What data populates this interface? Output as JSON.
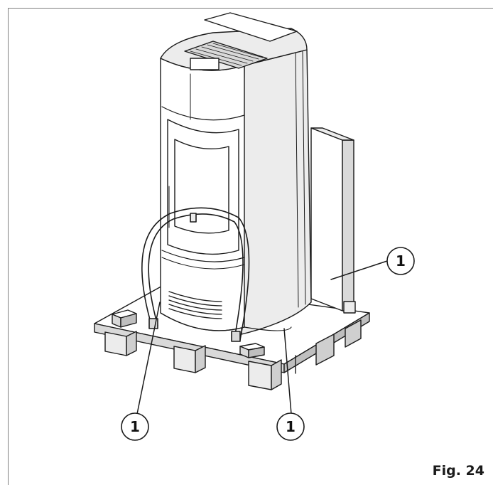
{
  "figure": {
    "caption": "Fig. 24",
    "callouts": [
      {
        "label": "1"
      },
      {
        "label": "1"
      },
      {
        "label": "1"
      }
    ]
  },
  "colors": {
    "line": "#1a1a1a",
    "panel_light": "#ececec",
    "panel_mid": "#d9d9d9",
    "panel_dark": "#bfbfbf",
    "frame": "#808080"
  }
}
